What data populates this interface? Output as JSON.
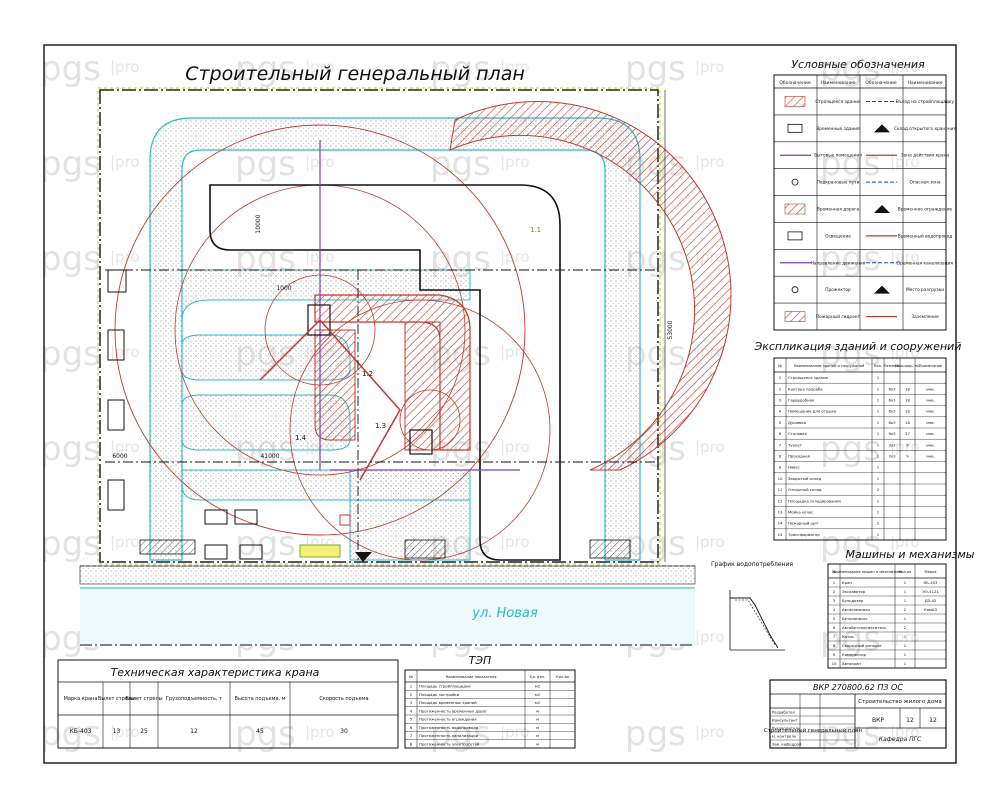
{
  "watermark": {
    "brand": "pgs",
    "suffix": "pro"
  },
  "sheet": {
    "title": "Строительный генеральный план",
    "street": "ул. Новая",
    "sizes": {
      "width": "53000",
      "height": "10000",
      "dim_a": "6000",
      "dim_b": "41000",
      "dim_c": "1000"
    },
    "building_labels": [
      "1.1",
      "1.2",
      "1.3",
      "1.4"
    ]
  },
  "legend": {
    "title": "Условные обозначения",
    "headers": [
      "Обозначение",
      "Наименование",
      "Обозначение",
      "Наименование"
    ],
    "rows": [
      [
        "",
        "Строящееся здание",
        "",
        "Въезд на стройплощадку"
      ],
      [
        "",
        "Временные здания",
        "",
        "Склад открытого хранения"
      ],
      [
        "",
        "Бытовые помещения",
        "",
        "Зона действия крана"
      ],
      [
        "",
        "Подкрановые пути",
        "",
        "Опасная зона"
      ],
      [
        "",
        "Временная дорога",
        "",
        "Временное ограждение"
      ],
      [
        "",
        "Освещение",
        "",
        "Временный водопровод"
      ],
      [
        "",
        "Направление движения",
        "",
        "Временная канализация"
      ],
      [
        "",
        "Прожектор",
        "",
        "Место разгрузки"
      ],
      [
        "",
        "Пожарный гидрант",
        "",
        "Заземление"
      ]
    ]
  },
  "explication": {
    "title": "Экспликация зданий и сооружений",
    "headers": [
      "№",
      "Наименование зданий и сооружений",
      "Кол.",
      "Размеры",
      "Площадь, м2",
      "Примечание"
    ],
    "rows": [
      [
        "1",
        "Строящееся здание",
        "1",
        "",
        "",
        ""
      ],
      [
        "2",
        "Контора прораба",
        "1",
        "6х3",
        "18",
        "инв."
      ],
      [
        "3",
        "Гардеробная",
        "1",
        "6х3",
        "18",
        "инв."
      ],
      [
        "4",
        "Помещение для отдыха",
        "1",
        "6х3",
        "18",
        "инв."
      ],
      [
        "5",
        "Душевая",
        "1",
        "6х3",
        "18",
        "инв."
      ],
      [
        "6",
        "Столовая",
        "1",
        "9х3",
        "27",
        "инв."
      ],
      [
        "7",
        "Туалет",
        "1",
        "3х3",
        "9",
        "инв."
      ],
      [
        "8",
        "Проходная",
        "1",
        "3х3",
        "9",
        "инв."
      ],
      [
        "9",
        "Навес",
        "1",
        "",
        "",
        ""
      ],
      [
        "10",
        "Закрытый склад",
        "1",
        "",
        "",
        ""
      ],
      [
        "11",
        "Открытый склад",
        "2",
        "",
        "",
        ""
      ],
      [
        "12",
        "Площадка складирования",
        "1",
        "",
        "",
        ""
      ],
      [
        "13",
        "Мойка колес",
        "1",
        "",
        "",
        ""
      ],
      [
        "14",
        "Пожарный щит",
        "2",
        "",
        "",
        ""
      ],
      [
        "15",
        "Трансформатор",
        "1",
        "",
        "",
        ""
      ]
    ]
  },
  "machines": {
    "title": "Машины и механизмы",
    "headers": [
      "№",
      "Наименование машин и механизмов",
      "Кол-во",
      "Марка"
    ],
    "rows": [
      [
        "1",
        "Кран",
        "1",
        "КБ-403"
      ],
      [
        "2",
        "Экскаватор",
        "1",
        "ЭО-4121"
      ],
      [
        "3",
        "Бульдозер",
        "1",
        "ДЗ-42"
      ],
      [
        "4",
        "Автосамосвал",
        "2",
        "КамАЗ"
      ],
      [
        "5",
        "Бетононасос",
        "1",
        ""
      ],
      [
        "6",
        "Автобетоносмеситель",
        "2",
        ""
      ],
      [
        "7",
        "Каток",
        "1",
        ""
      ],
      [
        "8",
        "Сварочный аппарат",
        "2",
        ""
      ],
      [
        "9",
        "Компрессор",
        "1",
        ""
      ],
      [
        "10",
        "Автокран",
        "1",
        ""
      ]
    ]
  },
  "crane_spec": {
    "title": "Техническая характеристика крана",
    "headers": [
      "Марка крана",
      "Вылет стрелы",
      "Вылет стрелы",
      "Грузоподъемность, т",
      "Высота подъема, м",
      "Скорость подъема"
    ],
    "values": [
      "КБ-403",
      "13",
      "25",
      "12",
      "45",
      "30"
    ]
  },
  "tep": {
    "title": "ТЭП",
    "headers": [
      "№",
      "Наименование показателя",
      "Ед. изм.",
      "Кол-во"
    ],
    "rows": [
      [
        "1",
        "Площадь стройплощадки",
        "м2",
        ""
      ],
      [
        "2",
        "Площадь застройки",
        "м2",
        ""
      ],
      [
        "3",
        "Площадь временных зданий",
        "м2",
        ""
      ],
      [
        "4",
        "Протяженность временных дорог",
        "м",
        ""
      ],
      [
        "5",
        "Протяженность ограждения",
        "м",
        ""
      ],
      [
        "6",
        "Протяженность водопровода",
        "м",
        ""
      ],
      [
        "7",
        "Протяженность канализации",
        "м",
        ""
      ],
      [
        "8",
        "Протяженность электросетей",
        "м",
        ""
      ]
    ]
  },
  "graph": {
    "title": "График водопотребления"
  },
  "stamp": {
    "code": "ВКР 270800.62 ПЗ ОС",
    "description": "Строительство жилого дома",
    "sheet_name": "Строительный генеральный план",
    "stage": "ВКР",
    "sheet": "12",
    "sheets": "12",
    "org": "Кафедра ПГС",
    "roles": [
      "Разработал",
      "Консультант",
      "Руководитель",
      "Н. контроль",
      "Зав. кафедрой"
    ]
  }
}
